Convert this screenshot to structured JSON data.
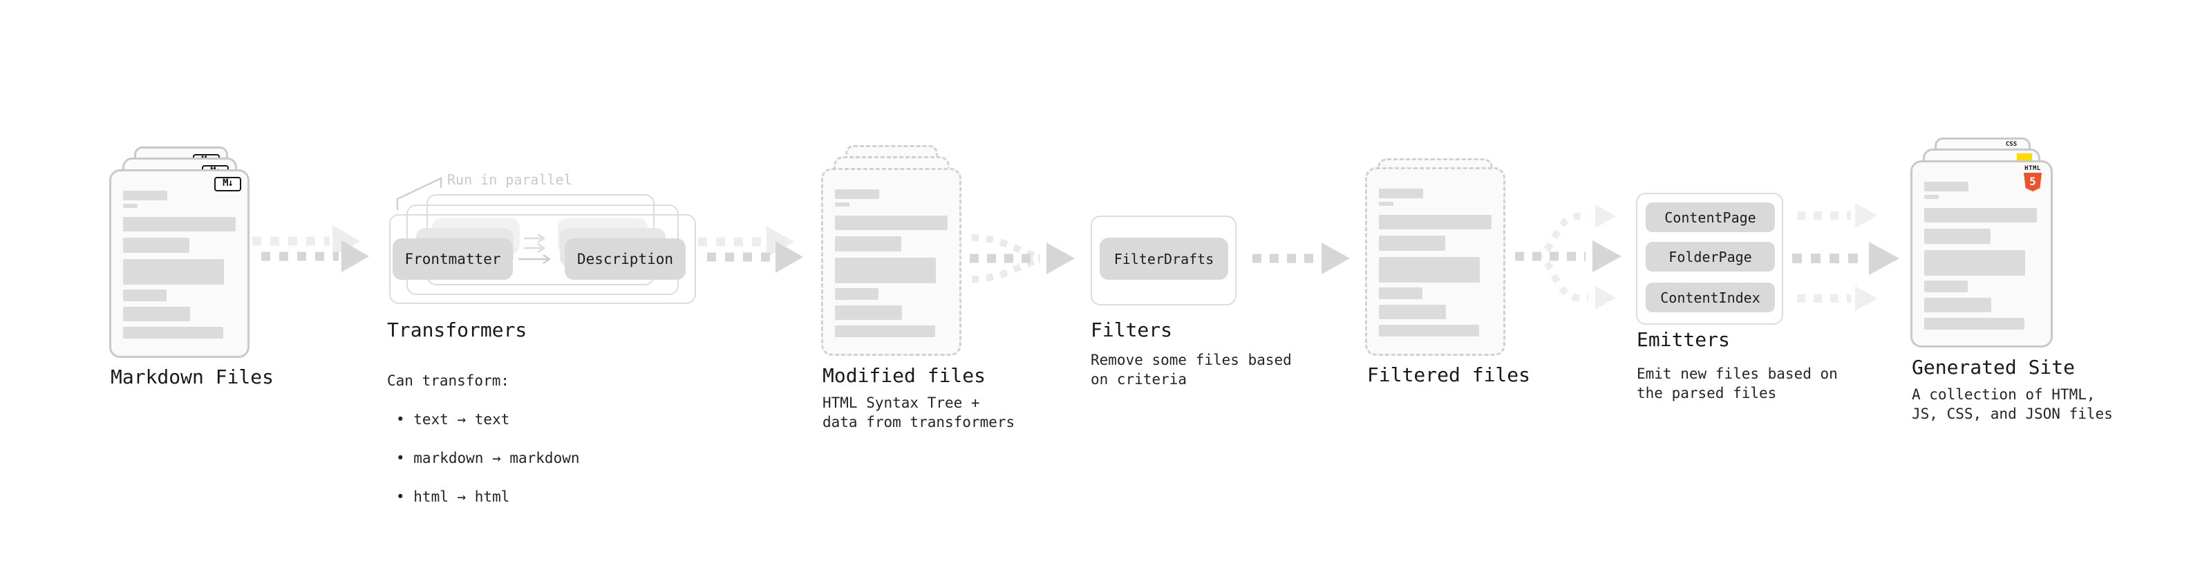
{
  "diagram": {
    "stages": {
      "markdown_files": {
        "label": "Markdown Files",
        "badge": "M↓"
      },
      "transformers": {
        "label": "Transformers",
        "annotation": "Run in parallel",
        "nodes": [
          "Frontmatter",
          "Description"
        ],
        "desc_title": "Can transform:",
        "bullets": [
          "• text → text",
          "• markdown → markdown",
          "• html → html"
        ]
      },
      "modified_files": {
        "label": "Modified files",
        "desc": "HTML Syntax Tree +\ndata from transformers"
      },
      "filters": {
        "label": "Filters",
        "nodes": [
          "FilterDrafts"
        ],
        "desc": "Remove some files based\non criteria"
      },
      "filtered_files": {
        "label": "Filtered files"
      },
      "emitters": {
        "label": "Emitters",
        "nodes": [
          "ContentPage",
          "FolderPage",
          "ContentIndex"
        ],
        "desc": "Emit new files based on\nthe parsed files"
      },
      "generated_site": {
        "label": "Generated Site",
        "desc": "A collection of HTML,\nJS, CSS, and JSON files",
        "badges": {
          "html_label": "HTML",
          "html_number": "5",
          "css_label": "CSS"
        }
      }
    },
    "colors": {
      "html5_orange": "#e8542d",
      "css_blue": "#2764e7",
      "js_yellow": "#ffdc00",
      "arrow_gray": "#d6d6d6",
      "arrow_ghost": "#ededed",
      "chip_gray": "#d9d9d9"
    }
  }
}
